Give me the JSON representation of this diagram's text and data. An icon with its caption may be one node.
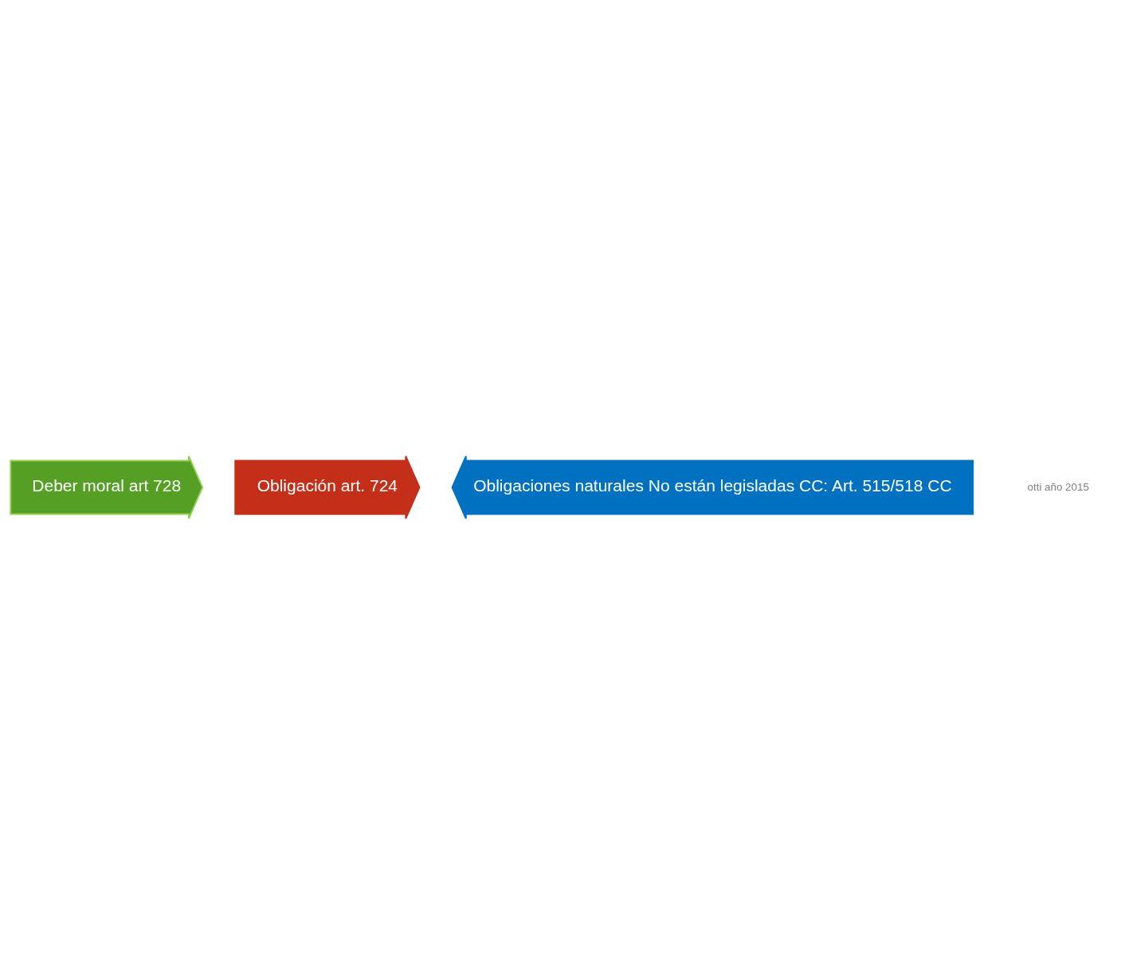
{
  "diagram": {
    "nodes": [
      {
        "text": [
          "Deber moral art 728"
        ]
      },
      {
        "text": [
          "Obligación art. 724"
        ]
      },
      {
        "text": [
          "Obligaciones naturales No están legisladas CC: Art. 515/518 CC"
        ]
      }
    ],
    "labels": [
      "otti año 2015"
    ]
  }
}
